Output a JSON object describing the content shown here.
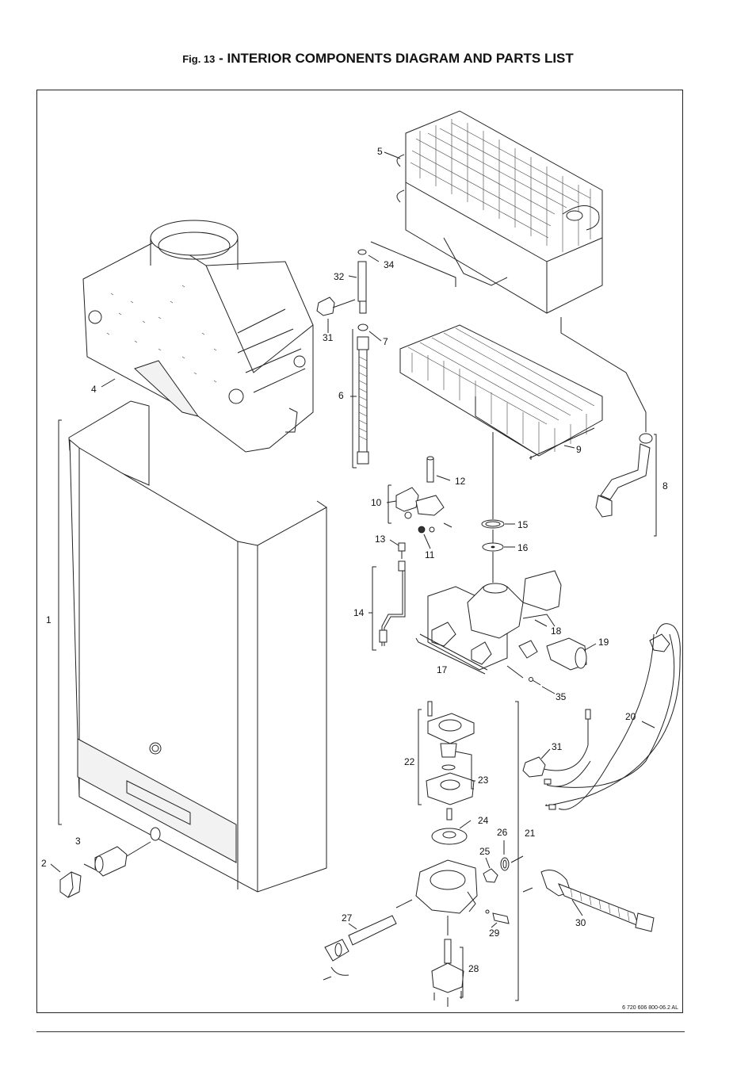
{
  "title": {
    "fig": "Fig. 13",
    "separator": " - ",
    "main": "INTERIOR COMPONENTS DIAGRAM AND PARTS LIST"
  },
  "drawing_code": "6 720 606 800-06.2 AL",
  "callouts": {
    "c1": "1",
    "c2": "2",
    "c3": "3",
    "c4": "4",
    "c5": "5",
    "c6": "6",
    "c7": "7",
    "c8": "8",
    "c9": "9",
    "c10": "10",
    "c11": "11",
    "c12": "12",
    "c13": "13",
    "c14": "14",
    "c15": "15",
    "c16": "16",
    "c17": "17",
    "c18": "18",
    "c19": "19",
    "c20": "20",
    "c21": "21",
    "c22": "22",
    "c23": "23",
    "c24": "24",
    "c25": "25",
    "c26": "26",
    "c27": "27",
    "c28": "28",
    "c29": "29",
    "c30": "30",
    "c31a": "31",
    "c31b": "31",
    "c32": "32",
    "c34": "34",
    "c35": "35"
  }
}
